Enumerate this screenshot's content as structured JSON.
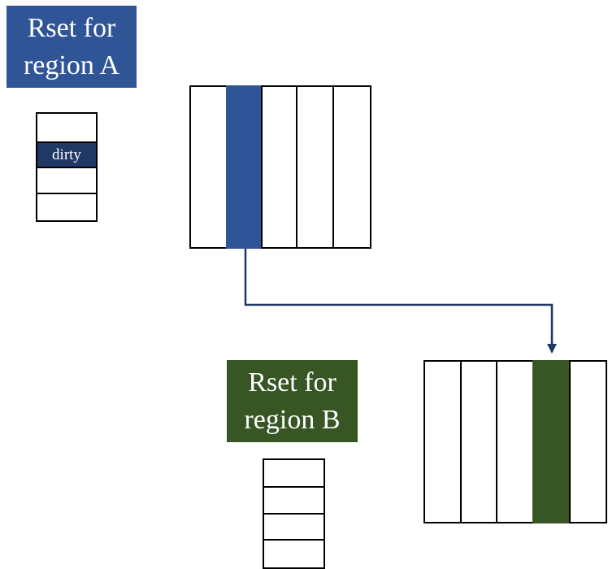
{
  "region_a": {
    "title_line1": "Rset for",
    "title_line2": "region A",
    "rset_cells": [
      "",
      "dirty",
      "",
      ""
    ],
    "highlighted_card_index": 1,
    "card_count": 5,
    "accent_color": "#2f5597",
    "dirty_cell_color": "#1f3864"
  },
  "region_b": {
    "title_line1": "Rset for",
    "title_line2": "region B",
    "rset_cells": [
      "",
      "",
      "",
      ""
    ],
    "highlighted_card_index": 3,
    "card_count": 5,
    "accent_color": "#375623"
  },
  "connector": {
    "from": "region_a_card_1",
    "to": "region_b_card_3",
    "color": "#1f3864"
  }
}
